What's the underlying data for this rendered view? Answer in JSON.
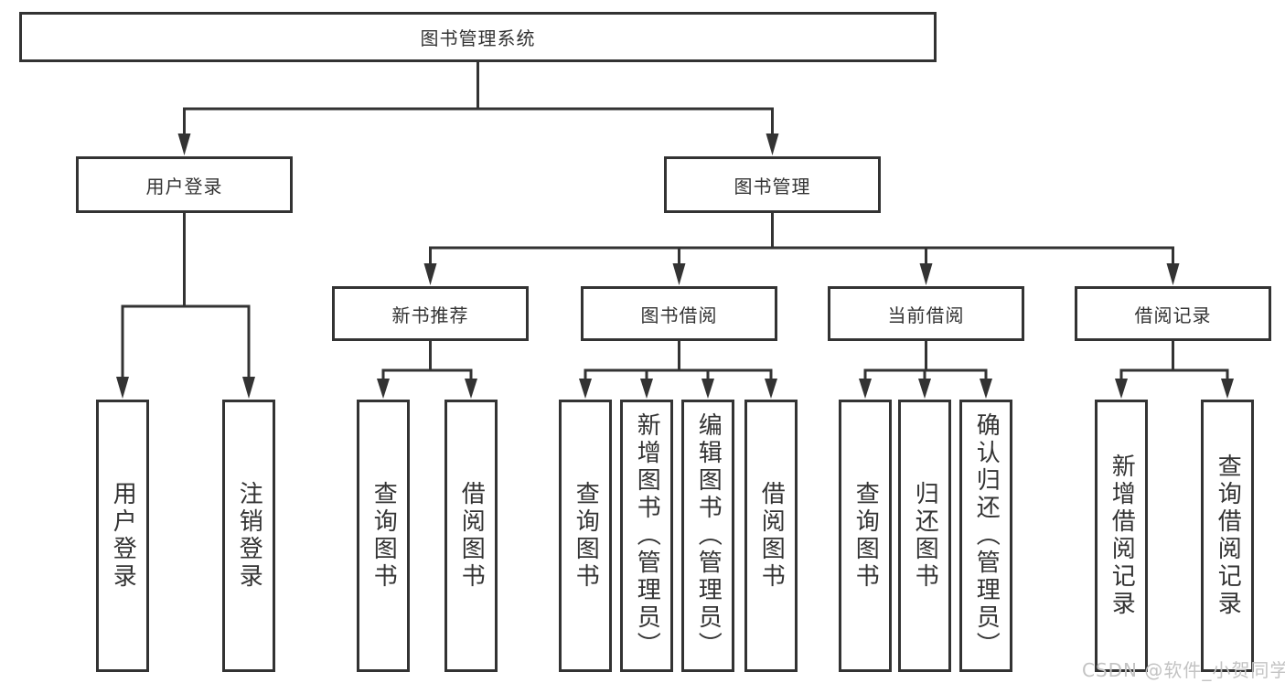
{
  "diagram": {
    "type": "hierarchy-tree",
    "root": {
      "label": "图书管理系统",
      "children": [
        {
          "label": "用户登录",
          "children": [
            {
              "label": "用户登录"
            },
            {
              "label": "注销登录"
            }
          ]
        },
        {
          "label": "图书管理",
          "children": [
            {
              "label": "新书推荐",
              "children": [
                {
                  "label": "查询图书"
                },
                {
                  "label": "借阅图书"
                }
              ]
            },
            {
              "label": "图书借阅",
              "children": [
                {
                  "label": "查询图书"
                },
                {
                  "label": "新增图书（管理员）"
                },
                {
                  "label": "编辑图书（管理员）"
                },
                {
                  "label": "借阅图书"
                }
              ]
            },
            {
              "label": "当前借阅",
              "children": [
                {
                  "label": "查询图书"
                },
                {
                  "label": "归还图书"
                },
                {
                  "label": "确认归还（管理员）"
                }
              ]
            },
            {
              "label": "借阅记录",
              "children": [
                {
                  "label": "新增借阅记录"
                },
                {
                  "label": "查询借阅记录"
                }
              ]
            }
          ]
        }
      ]
    }
  },
  "watermark": {
    "text": "CSDN @软件_小贺同学"
  },
  "colors": {
    "box_border": "#333333",
    "line": "#333333",
    "text": "#333333",
    "background": "#ffffff",
    "watermark": "#c3c3c3"
  }
}
